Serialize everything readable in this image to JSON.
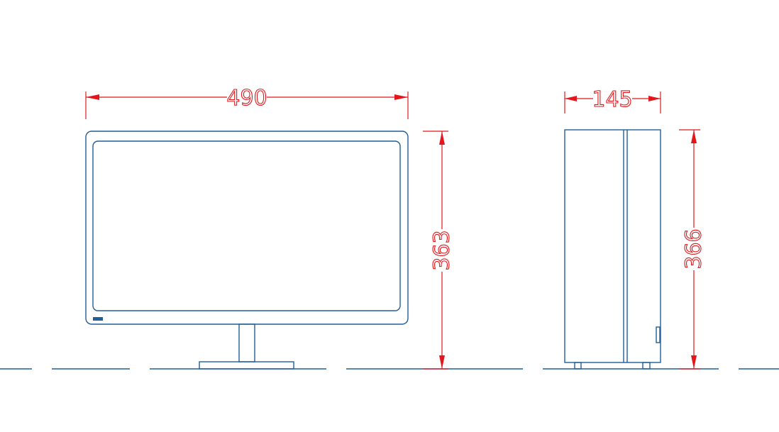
{
  "dimensions": {
    "front_width": "490",
    "front_height": "363",
    "side_depth": "145",
    "side_height": "366"
  },
  "colors": {
    "outline": "#1f5f9a",
    "dimension": "#e3161b",
    "background": "#ffffff"
  }
}
